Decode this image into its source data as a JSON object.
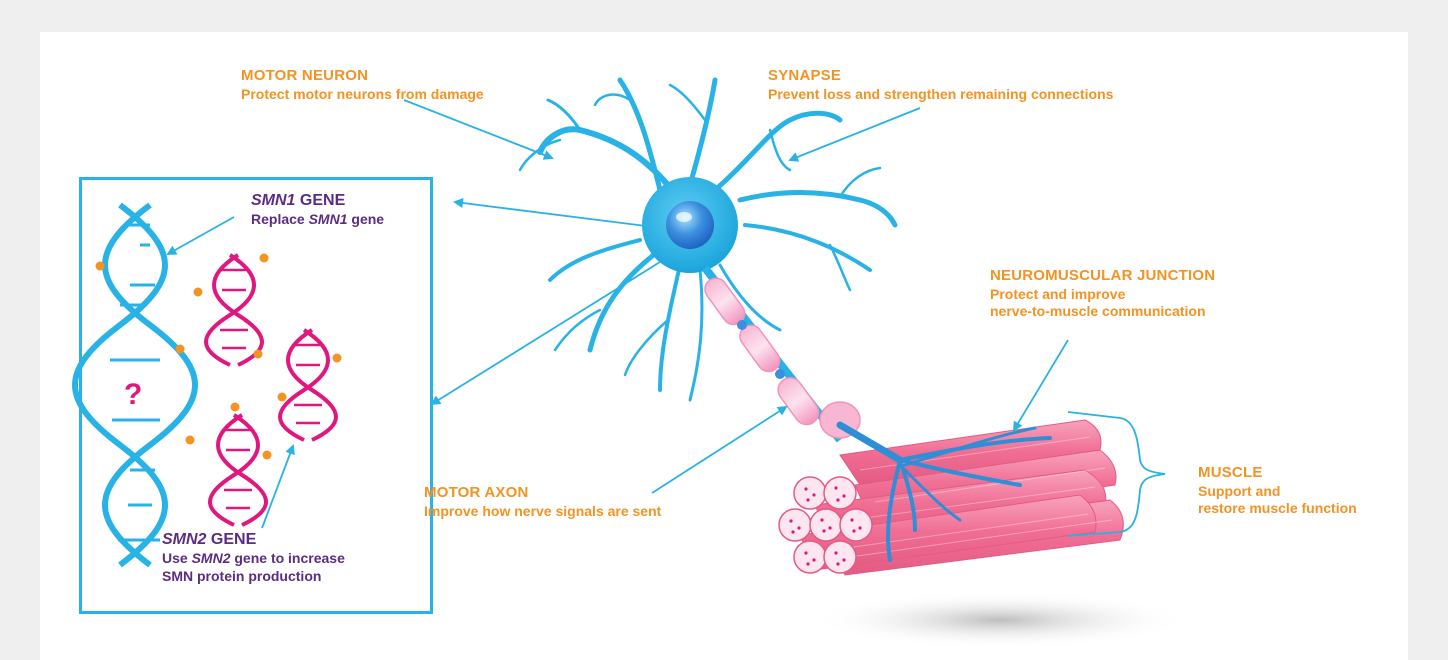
{
  "labels": {
    "motor_neuron": {
      "title": "MOTOR NEURON",
      "desc": "Protect motor neurons from damage"
    },
    "synapse": {
      "title": "SYNAPSE",
      "desc": "Prevent loss and strengthen remaining connections"
    },
    "smn1": {
      "title_italic": "SMN1",
      "title_rest": " GENE",
      "desc_pre": "Replace ",
      "desc_italic": "SMN1",
      "desc_post": " gene"
    },
    "smn2": {
      "title_italic": "SMN2",
      "title_rest": " GENE",
      "desc1_pre": "Use ",
      "desc1_italic": "SMN2",
      "desc1_post": " gene to increase",
      "desc2": "SMN protein production"
    },
    "nmj": {
      "title": "NEUROMUSCULAR JUNCTION",
      "desc1": "Protect and improve",
      "desc2": "nerve-to-muscle communication"
    },
    "motor_axon": {
      "title": "MOTOR AXON",
      "desc": "Improve how nerve signals are sent"
    },
    "muscle": {
      "title": "MUSCLE",
      "desc1": "Support and",
      "desc2": "restore muscle function"
    },
    "question_mark": "?"
  },
  "colors": {
    "neuron": "#29b2e6",
    "orange_text": "#f39322",
    "purple_text": "#5b2c83",
    "dna_magenta": "#e0177f",
    "muscle_pink": "#f37a9c",
    "dot_orange": "#f39322"
  }
}
